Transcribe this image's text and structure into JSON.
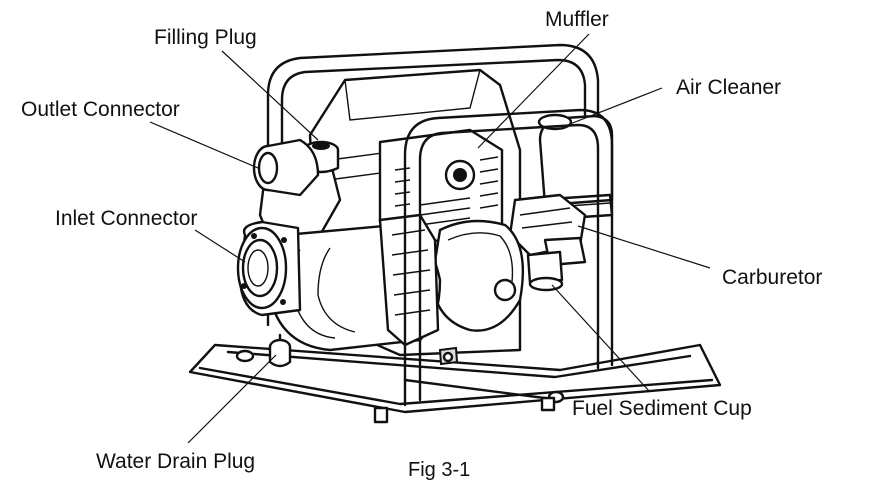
{
  "labels": {
    "muffler": "Muffler",
    "filling_plug": "Filling Plug",
    "air_cleaner": "Air Cleaner",
    "outlet_connector": "Outlet Connector",
    "inlet_connector": "Inlet Connector",
    "carburetor": "Carburetor",
    "fuel_sediment_cup": "Fuel Sediment Cup",
    "water_drain_plug": "Water Drain Plug"
  },
  "figure_caption": "Fig 3-1"
}
